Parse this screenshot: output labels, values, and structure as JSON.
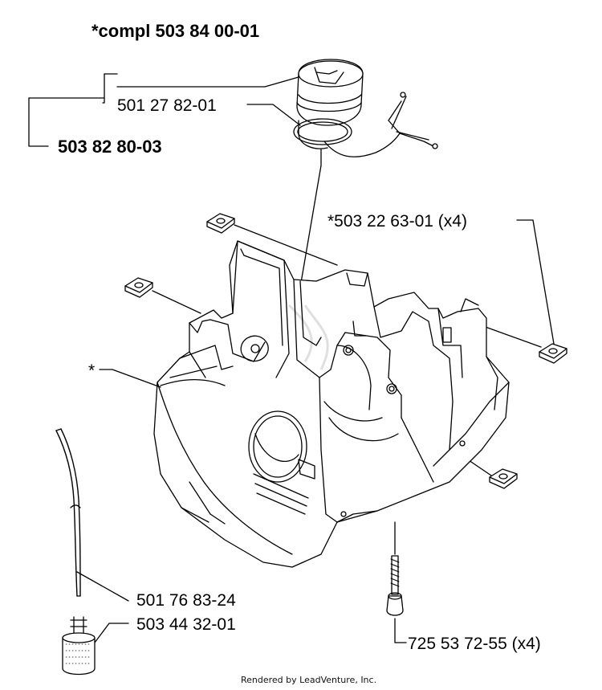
{
  "title": "*compl 503 84 00-01",
  "labels": {
    "oring": "501 27 82-01",
    "fuel_cap_assembly": "503 82 80-03",
    "nut": "*503 22 63-01 (x4)",
    "tank": "*",
    "hose": "501 76 83-24",
    "filter": "503 44 32-01",
    "screw": "725 53 72-55 (x4)"
  },
  "footer": "Rendered by LeadVenture, Inc.",
  "colors": {
    "line": "#000000",
    "background": "#ffffff"
  }
}
